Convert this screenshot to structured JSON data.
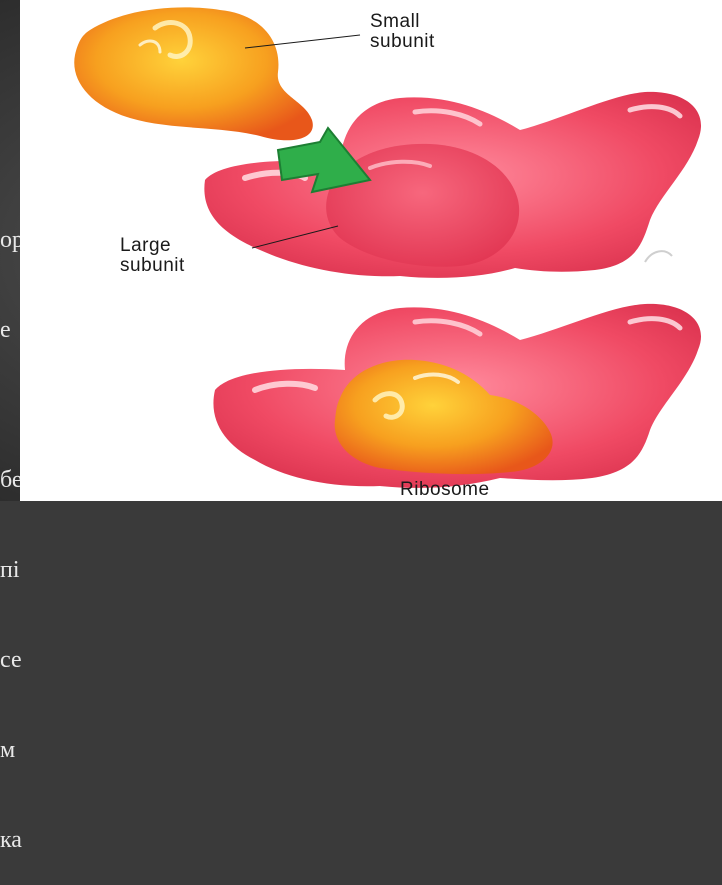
{
  "background_text": [
    "ор",
    "е",
    "",
    "бе",
    "пі",
    "се",
    "м",
    "ка"
  ],
  "labels": {
    "small_subunit": [
      "Small",
      "subunit"
    ],
    "large_subunit": [
      "Large",
      "subunit"
    ],
    "ribosome": "Ribosome"
  },
  "colors": {
    "small_subunit": "#f5a623",
    "large_subunit": "#ee4b63",
    "arrow": "#2fae4a",
    "slide_background": "#3a3a3a"
  }
}
